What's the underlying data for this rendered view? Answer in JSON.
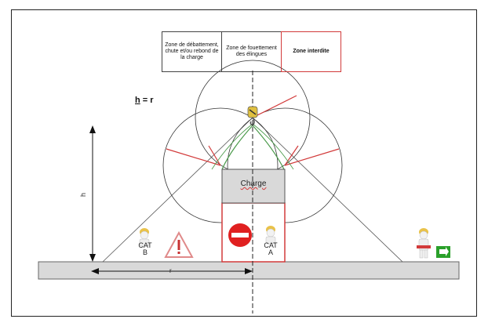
{
  "legend": {
    "items": [
      {
        "label": "Zone de débattement, chute et/ou rebond de la charge"
      },
      {
        "label": "Zone de fouettement des élingues"
      },
      {
        "label": "Zone interdite"
      }
    ]
  },
  "formula": {
    "h": "h",
    "rest": " = r"
  },
  "charge": {
    "label": "Charge"
  },
  "workers": {
    "left": {
      "line1": "CAT",
      "line2": "B"
    },
    "center": {
      "line1": "CAT",
      "line2": "A"
    }
  },
  "dimensions": {
    "height_label": "h",
    "radius_label": "r"
  },
  "colors": {
    "zone_red": "#d23a3a",
    "sling_green": "#4a9a4a",
    "ground": "#d9d9d9",
    "sign_green": "#2aa02a"
  },
  "icons": [
    "crane-hook-icon",
    "no-entry-icon",
    "warning-triangle-icon",
    "worker-icon",
    "exit-arrow-icon"
  ]
}
